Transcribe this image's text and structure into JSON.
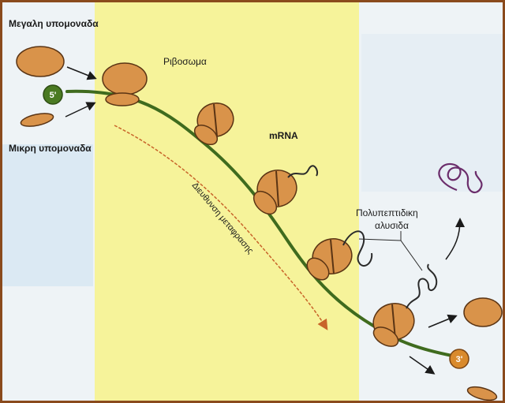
{
  "labels": {
    "large_subunit": "Μεγαλη υπομοναδα",
    "small_subunit": "Μικρη υπομοναδα",
    "ribosome": "Ριβοσωμα",
    "mrna": "mRNA",
    "direction": "Διευθυνση μεταφρασης",
    "polypeptide_line1": "Πολυπεπτιδικη",
    "polypeptide_line2": "αλυσιδα",
    "five_prime": "5'",
    "three_prime": "3'"
  },
  "colors": {
    "frame_border": "#8a4a1c",
    "highlight_band": "#f6f39a",
    "ribosome_fill": "#d9934a",
    "ribosome_stroke": "#5a3414",
    "mrna_strand": "#3f6b1e",
    "five_prime_badge": "#4a7a22",
    "three_prime_badge": "#d98a2c",
    "polypeptide": "#6b2d6b",
    "arrow": "#c8642a"
  }
}
